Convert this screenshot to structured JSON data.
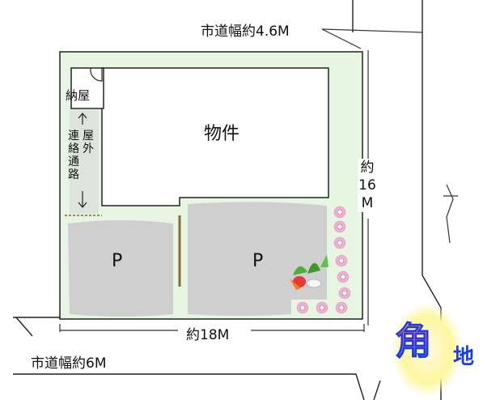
{
  "diagram": {
    "road_top_label": "市道幅約4.6M",
    "road_bottom_label": "市道幅約6M",
    "width_label": "約18M",
    "depth_label": [
      "約",
      "16",
      "M"
    ],
    "building_label": "物件",
    "shed_label": "納屋",
    "passage_label_col1": "連絡通路",
    "passage_label_col2": "屋外",
    "parking_label": "P",
    "corner_kanji": "角",
    "corner_suffix": "地"
  },
  "colors": {
    "lot_fill": "#e6f6e2",
    "parking_fill": "#cfcfcf",
    "divider": "#8b6a3b",
    "flower": "#f27ec0",
    "corner_text": "#1a3fe0",
    "corner_glow": "#fff9b0"
  }
}
